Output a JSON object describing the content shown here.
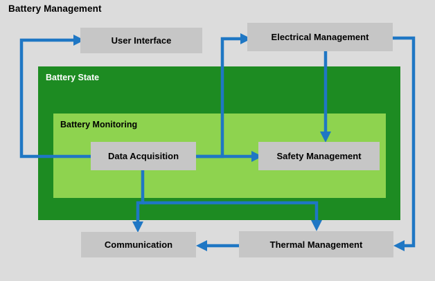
{
  "diagram": {
    "title": "Battery Management",
    "type": "block-diagram",
    "background_color": "#dcdcdc",
    "accent_color": "#1f77c4",
    "groups": [
      {
        "id": "battery-state",
        "label": "Battery State",
        "color": "#1d8b22",
        "text_color": "#ffffff"
      },
      {
        "id": "battery-monitoring",
        "label": "Battery Monitoring",
        "color": "#8ed34f",
        "text_color": "#000000"
      }
    ],
    "nodes": [
      {
        "id": "user-interface",
        "label": "User Interface",
        "color": "#c6c6c6"
      },
      {
        "id": "electrical-management",
        "label": "Electrical Management",
        "color": "#c6c6c6"
      },
      {
        "id": "data-acquisition",
        "label": "Data Acquisition",
        "color": "#c6c6c6"
      },
      {
        "id": "safety-management",
        "label": "Safety Management",
        "color": "#c6c6c6"
      },
      {
        "id": "communication",
        "label": "Communication",
        "color": "#c6c6c6"
      },
      {
        "id": "thermal-management",
        "label": "Thermal Management",
        "color": "#c6c6c6"
      }
    ],
    "edges": [
      {
        "id": "data-acquisition-to-user-interface",
        "from": "data-acquisition",
        "to": "user-interface"
      },
      {
        "id": "data-acquisition-to-electrical",
        "from": "data-acquisition",
        "to": "electrical-management"
      },
      {
        "id": "data-acquisition-to-safety",
        "from": "data-acquisition",
        "to": "safety-management"
      },
      {
        "id": "electrical-to-safety",
        "from": "electrical-management",
        "to": "safety-management"
      },
      {
        "id": "data-acquisition-to-communication",
        "from": "data-acquisition",
        "to": "communication"
      },
      {
        "id": "data-acquisition-to-thermal",
        "from": "data-acquisition",
        "to": "thermal-management"
      },
      {
        "id": "electrical-to-thermal",
        "from": "electrical-management",
        "to": "thermal-management"
      },
      {
        "id": "thermal-to-communication",
        "from": "thermal-management",
        "to": "communication"
      }
    ]
  }
}
